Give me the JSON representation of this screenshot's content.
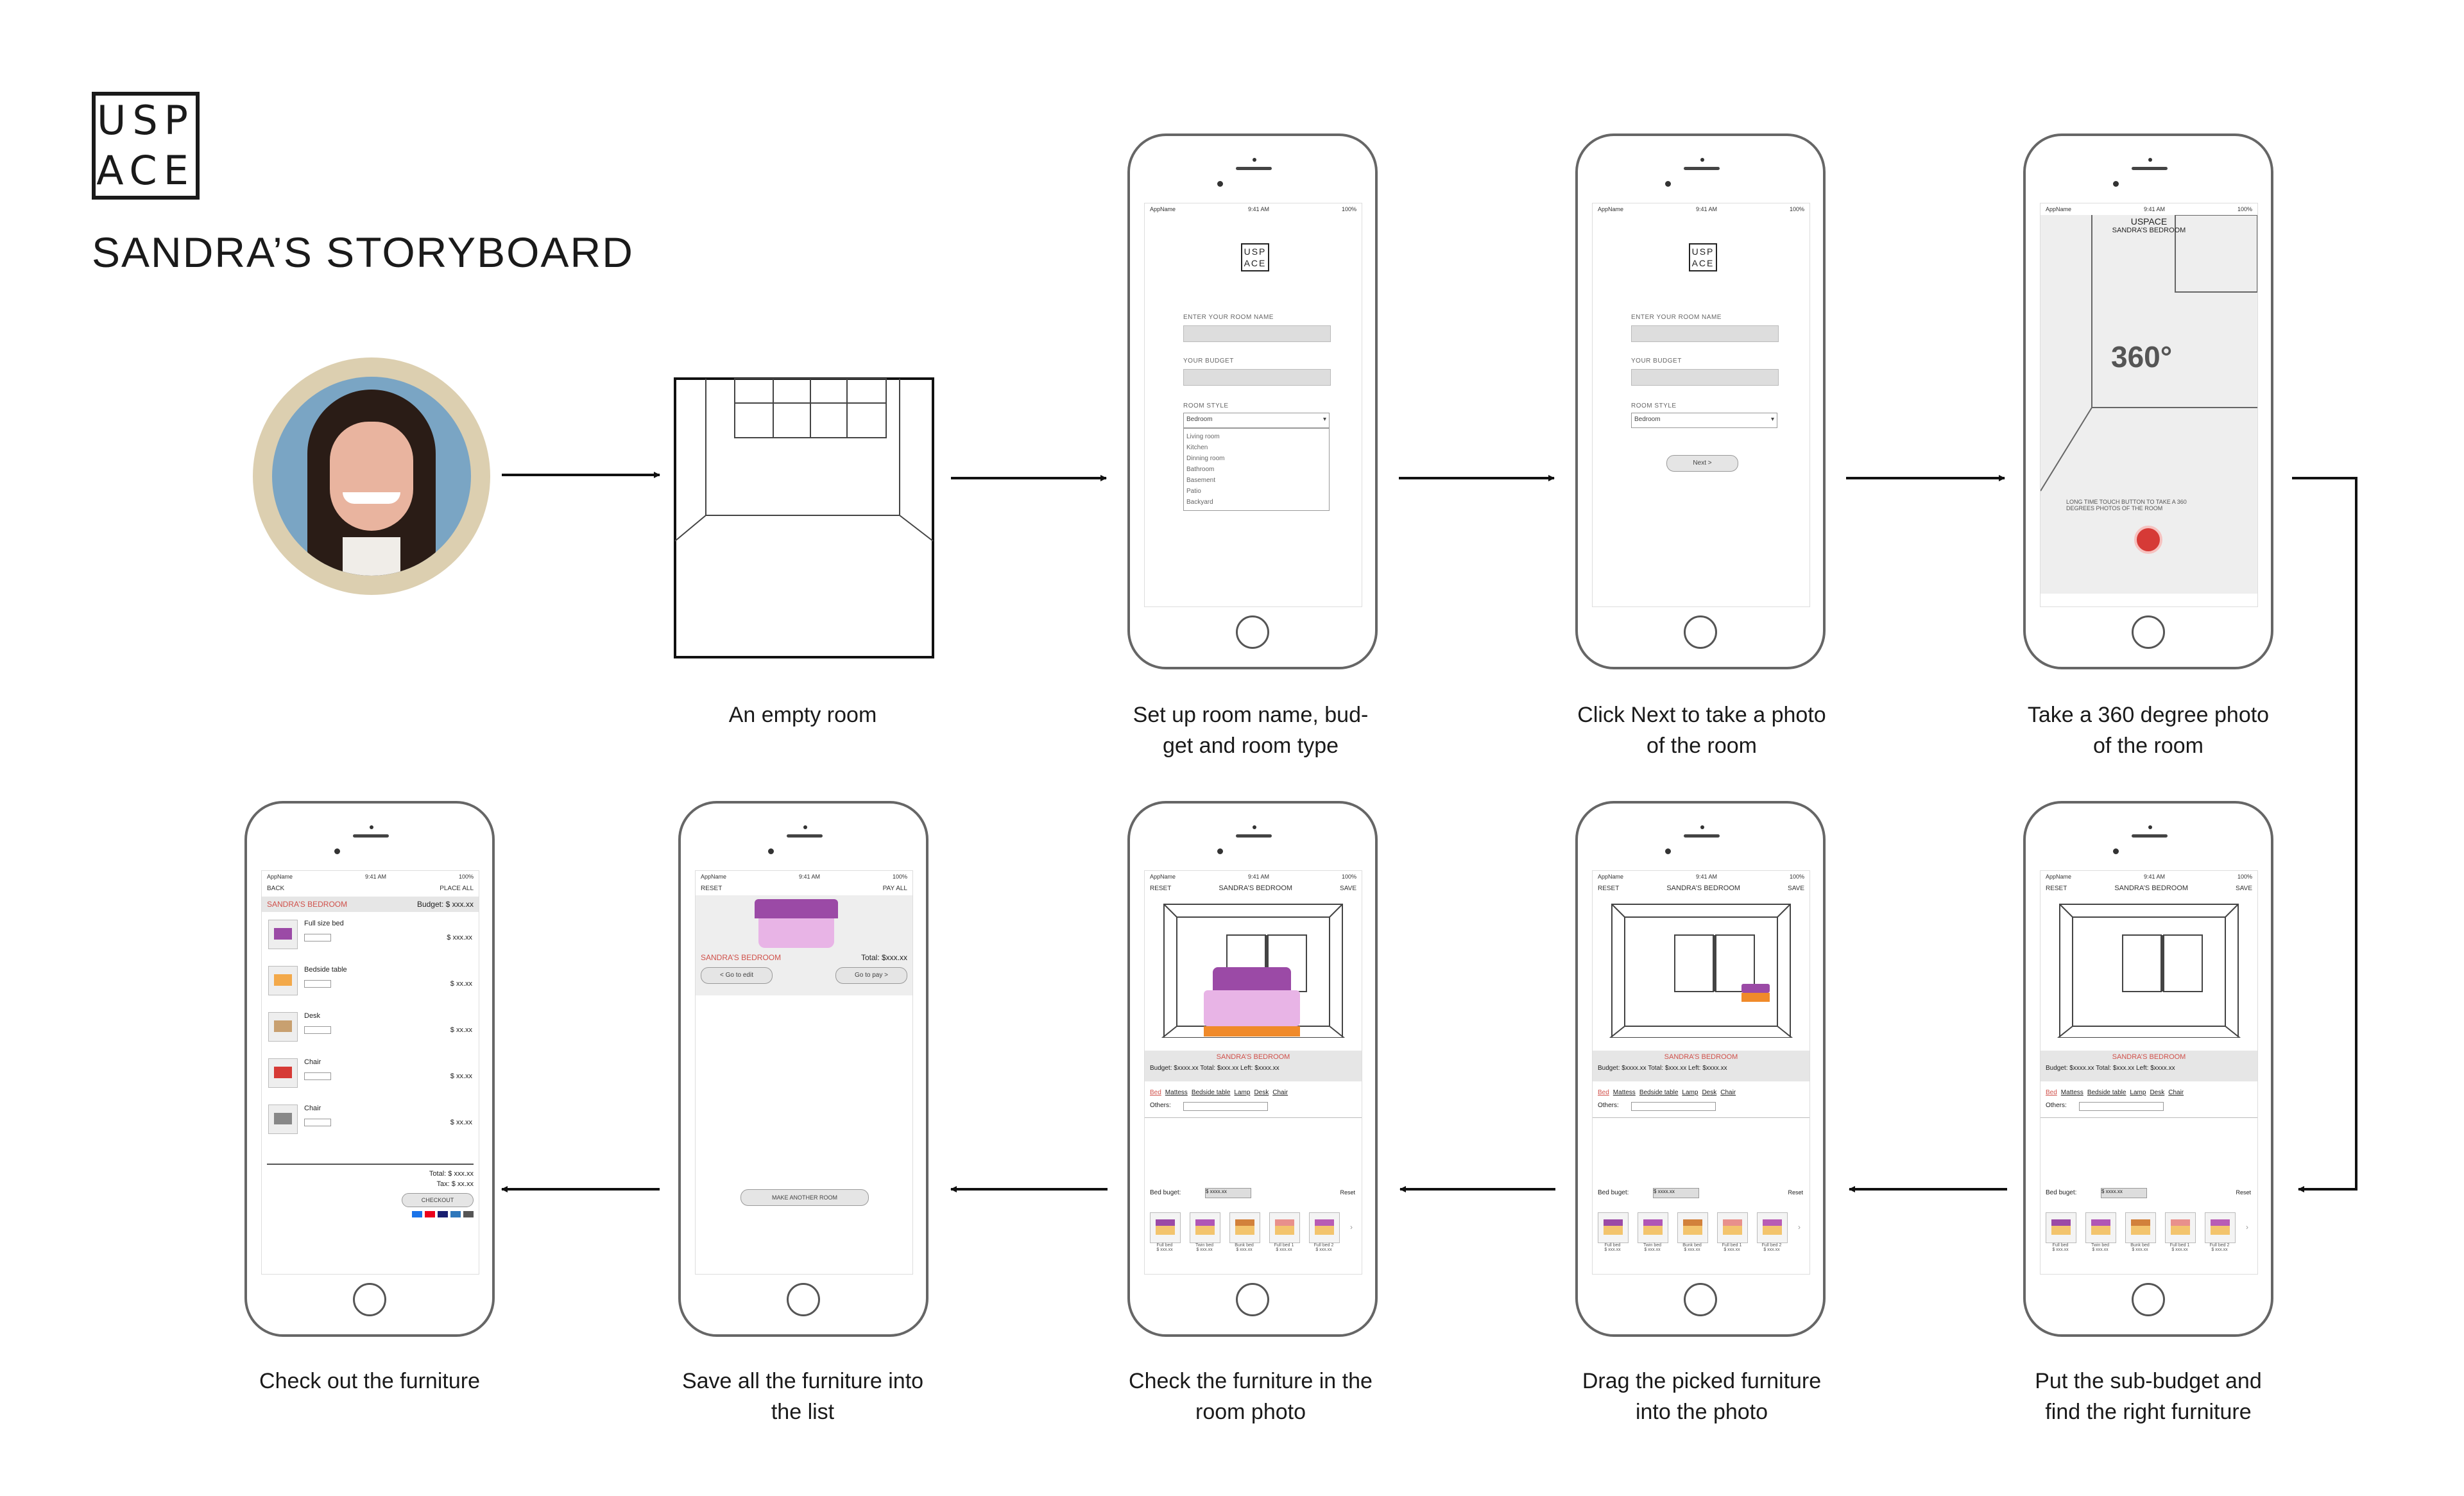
{
  "logo": {
    "line1": "USP",
    "line2": "ACE"
  },
  "title": "SANDRA’S STORYBOARD",
  "captions": {
    "empty_room": [
      "An empty room"
    ],
    "setup": [
      "Set up room name, bud-",
      "get and room type"
    ],
    "click_next": [
      "Click Next to take a photo",
      "of the room"
    ],
    "take_360": [
      "Take a 360 degree photo",
      "of the room"
    ],
    "sub_budget": [
      "Put the sub-budget and",
      "find the right furniture"
    ],
    "drag": [
      "Drag the picked furniture",
      "into the photo"
    ],
    "check_photo": [
      "Check the furniture in the",
      "room photo"
    ],
    "save_list": [
      "Save all the furniture into",
      "the list"
    ],
    "checkout": [
      "Check out the furniture"
    ]
  },
  "status": {
    "carrier": "AppName",
    "time": "9:41 AM",
    "battery": "100%"
  },
  "form": {
    "room_name_label": "ENTER YOUR ROOM NAME",
    "budget_label": "YOUR BUDGET",
    "style_label": "ROOM STYLE",
    "style_value": "Bedroom",
    "options": [
      "Living room",
      "Kitchen",
      "Dinning room",
      "Bathroom",
      "Basement",
      "Patio",
      "Backyard"
    ],
    "next_button": "Next >"
  },
  "photo": {
    "app": "USPACE",
    "room": "SANDRA’S BEDROOM",
    "badge": "360°",
    "hint1": "LONG TIME TOUCH BUTTON TO TAKE A 360",
    "hint2": "DEGREES PHOTOS OF THE ROOM"
  },
  "editor": {
    "reset": "RESET",
    "room": "SANDRA’S BEDROOM",
    "save": "SAVE",
    "panel_title": "SANDRA’S BEDROOM",
    "budget_line": "Budget: $xxxx.xx   Total: $xxx.xx   Left: $xxxx.xx",
    "categories": [
      "Bed",
      "Mattess",
      "Bedside table",
      "Lamp",
      "Desk",
      "Chair"
    ],
    "others": "Others:",
    "bed_budget_label": "Bed buget:",
    "bed_budget_value": "$ xxxx.xx",
    "reset_small": "Reset",
    "items": [
      {
        "name": "Full bed",
        "price": "$ xxx.xx",
        "color": "#9b4aa6"
      },
      {
        "name": "Twin bed",
        "price": "$ xxx.xx",
        "color": "#b056b6"
      },
      {
        "name": "Bunk bed",
        "price": "$ xxx.xx",
        "color": "#d2813b"
      },
      {
        "name": "Full bed 1",
        "price": "$ xxx.xx",
        "color": "#e8908c"
      },
      {
        "name": "Full bed 2",
        "price": "$ xxx.xx",
        "color": "#b85cb5"
      }
    ]
  },
  "saved": {
    "reset": "RESET",
    "pay_all": "PAY ALL",
    "room": "SANDRA’S BEDROOM",
    "total": "Total: $xxx.xx",
    "edit": "< Go to edit",
    "pay": "Go to pay >",
    "make_another": "MAKE ANOTHER ROOM"
  },
  "cart": {
    "back": "BACK",
    "place_all": "PLACE ALL",
    "room": "SANDRA’S BEDROOM",
    "budget": "Budget: $ xxx.xx",
    "items": [
      {
        "name": "Full size bed",
        "price": "$ xxx.xx"
      },
      {
        "name": "Bedside table",
        "price": "$ xx.xx"
      },
      {
        "name": "Desk",
        "price": "$ xx.xx"
      },
      {
        "name": "Chair",
        "price": "$ xx.xx"
      },
      {
        "name": "Chair",
        "price": "$ xx.xx"
      }
    ],
    "total": "Total: $ xxx.xx",
    "tax": "Tax: $ xx.xx",
    "checkout": "CHECKOUT"
  },
  "colors": {
    "avatar_ring": "#dccfb0",
    "accent_red": "#d0504a",
    "bed_purple": "#9b4aa6",
    "bed_orange": "#f08a2a"
  }
}
